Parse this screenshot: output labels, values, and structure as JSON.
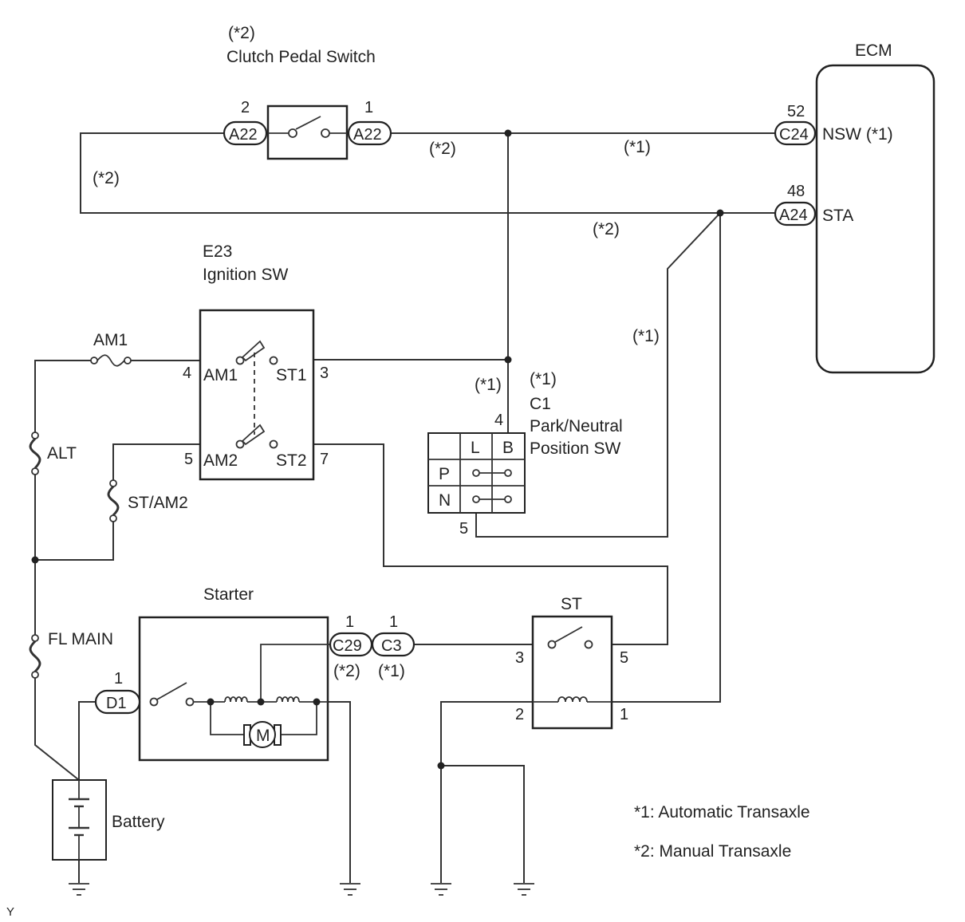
{
  "components": {
    "clutch_switch": {
      "note": "(*2)",
      "name": "Clutch Pedal Switch",
      "connector": "A22",
      "pin_left": "2",
      "pin_right": "1"
    },
    "ecm": {
      "name": "ECM",
      "nsw": {
        "connector": "C24",
        "pin": "52",
        "label": "NSW (*1)"
      },
      "sta": {
        "connector": "A24",
        "pin": "48",
        "label": "STA"
      }
    },
    "ignition_sw": {
      "code": "E23",
      "name": "Ignition SW",
      "am1": "AM1",
      "st1": "ST1",
      "am2": "AM2",
      "st2": "ST2",
      "pin_am1": "4",
      "pin_st1": "3",
      "pin_am2": "5",
      "pin_st2": "7"
    },
    "pn_switch": {
      "note": "(*1)",
      "code": "C1",
      "name_line1": "Park/Neutral",
      "name_line2": "Position SW",
      "col_l": "L",
      "col_b": "B",
      "row_p": "P",
      "row_n": "N",
      "pin_top": "4",
      "pin_bottom": "5"
    },
    "fuses": {
      "am1": "AM1",
      "alt": "ALT",
      "st_am2": "ST/AM2",
      "fl_main": "FL MAIN"
    },
    "starter": {
      "name": "Starter",
      "motor": "M",
      "connector_mt": "C29",
      "connector_at": "C3",
      "pin_mt": "1",
      "pin_at": "1",
      "note_mt": "(*2)",
      "note_at": "(*1)",
      "d1": "D1",
      "d1_pin": "1"
    },
    "st_relay": {
      "name": "ST",
      "pin3": "3",
      "pin5": "5",
      "pin2": "2",
      "pin1": "1"
    },
    "battery": {
      "name": "Battery"
    }
  },
  "wire_notes": {
    "top_mt": "(*2)",
    "top_at": "(*1)",
    "left_mt": "(*2)",
    "sta_mt": "(*2)",
    "sta_at": "(*1)",
    "pn_feed": "(*1)"
  },
  "legend": {
    "at": "*1: Automatic Transaxle",
    "mt": "*2: Manual Transaxle"
  },
  "corner_mark": "Y"
}
